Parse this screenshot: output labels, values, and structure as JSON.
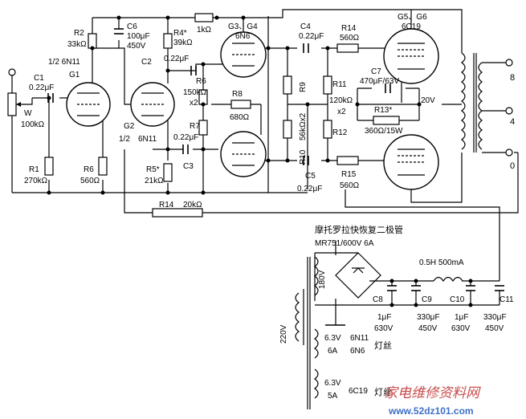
{
  "labels": {
    "r2": "R2",
    "r2_val": "33kΩ",
    "c6": "C6",
    "c6_v1": "100μF",
    "c6_v2": "450V",
    "r4": "R4*",
    "r4_val": "39kΩ",
    "r_top": "1kΩ",
    "g34": "G3、G4",
    "g34_type": "6N6",
    "c4": "C4",
    "c4_val": "0.22μF",
    "r14a": "R14",
    "r14a_val": "560Ω",
    "g56": "G5、G6",
    "g56_type": "6C19",
    "half_6n11": "1/2  6N11",
    "g1": "G1",
    "c2": "C2",
    "c2_val": "0.22μF",
    "c1": "C1",
    "c1_val": "0.22μF",
    "w": "W",
    "w_val": "100kΩ",
    "r6a": "R6",
    "r6a_val": "150kΩ",
    "x2a": "x2",
    "r8": "R8",
    "r8_val": "680Ω",
    "r9": "R9",
    "r11": "R11",
    "r11_val": "120kΩ",
    "x2b": "x2",
    "c7": "C7",
    "c7_val": "470μF/63V",
    "r13": "R13*",
    "r13_val": "360Ω/15W",
    "v20": "20V",
    "tap8": "8",
    "tap4": "4",
    "tap0": "0",
    "g2": "G2",
    "g2_half": "1/2",
    "g2_type": "6N11",
    "r7": "R7",
    "r7_val": "0.22μF",
    "r10": "R10",
    "r910_val": "56kΩx2",
    "r12": "R12",
    "r1": "R1",
    "r1_val": "270kΩ",
    "r6b": "R6",
    "r6b_val": "560Ω",
    "r5": "R5*",
    "r5_val": "21kΩ",
    "c3": "C3",
    "c5": "C5",
    "c5_val": "0.22μF",
    "r15": "R15",
    "r15_val": "560Ω",
    "r14b": "R14",
    "r14b_val": "20kΩ",
    "moto_title": "摩托罗拉快恢复二极管",
    "mr751": "MR751/600V  6A",
    "v180": "180V",
    "l_val": "0.5H  500mA",
    "c8": "C8",
    "c8_v1": "1μF",
    "c8_v2": "630V",
    "c9": "C9",
    "c9_v1": "330μF",
    "c9_v2": "450V",
    "c10": "C10",
    "c10_v1": "1μF",
    "c10_v2": "630V",
    "c11": "C11",
    "c11_v1": "330μF",
    "c11_v2": "450V",
    "v220": "220V",
    "f1_v": "6.3V",
    "f1_a": "6A",
    "f1_tubes1": "6N11",
    "f1_tubes2": "6N6",
    "deng_si": "灯丝",
    "f2_v": "6.3V",
    "f2_a": "5A",
    "f2_tube": "6C19",
    "wm1": "家电维修资料网",
    "wm2": "www.52dz101.com"
  }
}
